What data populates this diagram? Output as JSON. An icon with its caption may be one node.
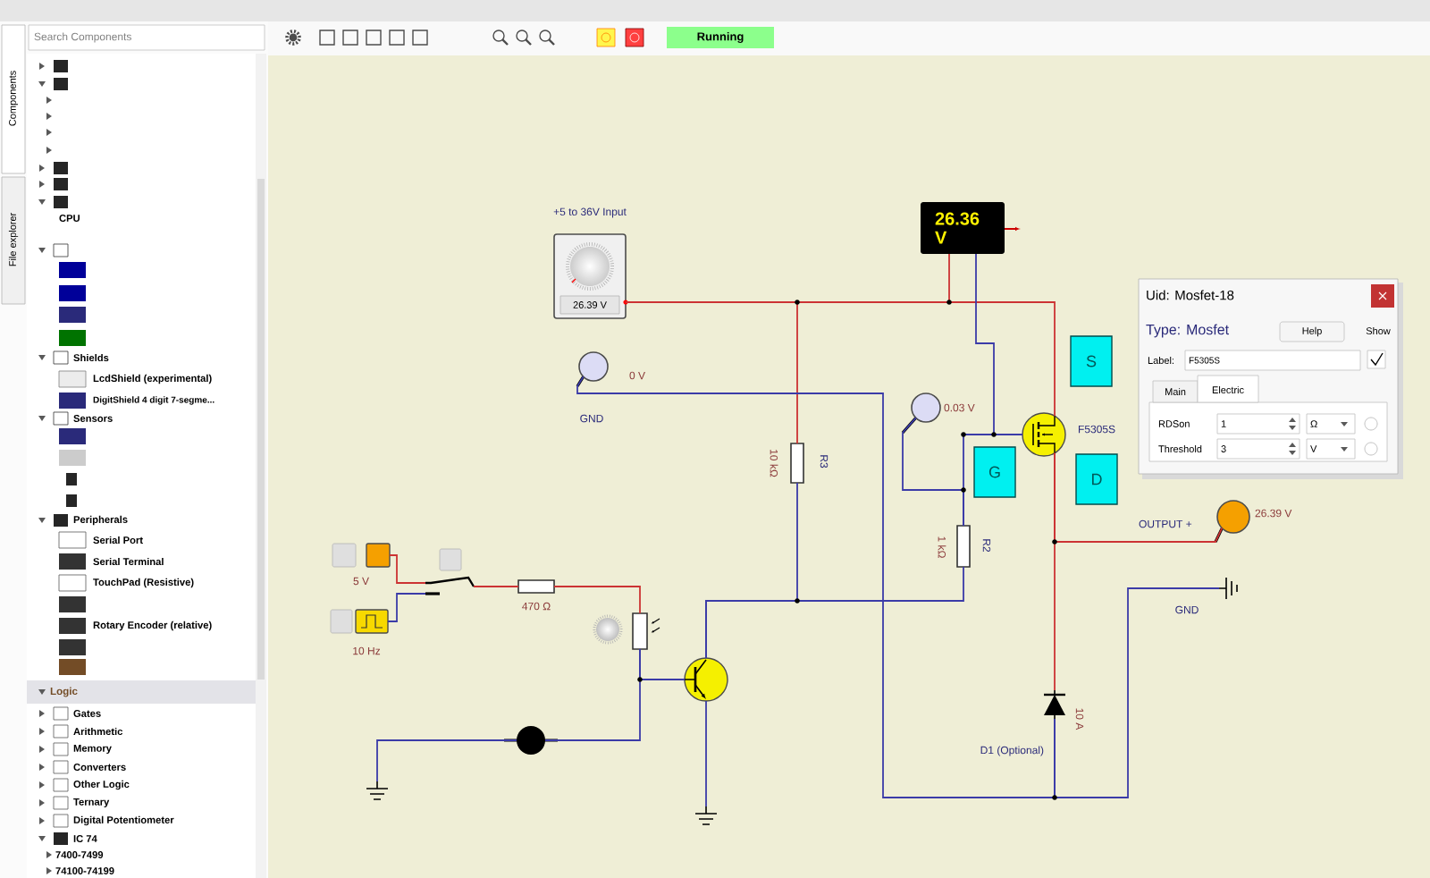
{
  "diagram": {
    "nodes": [
      {
        "text": [
          "+5 to 36V Input",
          "26.39 V"
        ]
      },
      {
        "text": [
          "26.36 V"
        ]
      },
      {
        "text": [],
        "shape": "circle",
        "beside": [
          "0 V",
          "GND"
        ]
      },
      {
        "text": [],
        "shape": "box",
        "beside": [
          "R3",
          "10 kΩ"
        ]
      },
      {
        "text": [],
        "shape": "circle",
        "beside": [
          "0.03 V"
        ]
      },
      {
        "text": [],
        "shape": "box",
        "beside": [
          "R2",
          "1 kΩ"
        ]
      },
      {
        "text": [],
        "shape": "circle",
        "beside": [
          "F5305S"
        ]
      },
      {
        "text": [
          "S"
        ]
      },
      {
        "text": [
          "G"
        ]
      },
      {
        "text": [
          "D"
        ]
      },
      {
        "text": [],
        "shape": "circle",
        "beside": [
          "26.39 V",
          "OUTPUT +"
        ]
      },
      {
        "text": [],
        "shape": "ground",
        "beside": [
          "GND"
        ]
      },
      {
        "text": [],
        "shape": "triangle",
        "beside": [
          "10 A",
          "D1 (Optional)"
        ]
      },
      {
        "text": [],
        "shape": "box",
        "beside": [
          "5 V"
        ]
      },
      {
        "text": [],
        "shape": "box",
        "beside": [
          "10 Hz"
        ]
      },
      {
        "text": [],
        "shape": "switch"
      },
      {
        "text": [],
        "shape": "box",
        "beside": [
          "470 Ω"
        ]
      },
      {
        "text": [],
        "shape": "box"
      },
      {
        "text": [],
        "shape": "circle"
      },
      {
        "text": [],
        "shape": "circle"
      },
      {
        "text": [],
        "shape": "ground"
      },
      {
        "text": [],
        "shape": "ground"
      }
    ],
    "edges": [
      {
        "from": 0,
        "to": 1,
        "arrow": "none",
        "color": "#cc3333"
      },
      {
        "from": 0,
        "to": 3,
        "arrow": "none",
        "color": "#cc3333"
      },
      {
        "from": 0,
        "to": 6,
        "arrow": "none",
        "color": "#cc3333"
      },
      {
        "from": 2,
        "to": 12,
        "arrow": "none"
      },
      {
        "from": 12,
        "to": 11,
        "arrow": "none"
      },
      {
        "from": 1,
        "to": 6,
        "arrow": "none"
      },
      {
        "from": 4,
        "to": 5,
        "arrow": "none"
      },
      {
        "from": 5,
        "to": 6,
        "arrow": "none"
      },
      {
        "from": 5,
        "to": 18,
        "arrow": "none"
      },
      {
        "from": 3,
        "to": 18,
        "arrow": "none"
      },
      {
        "from": 6,
        "to": 10,
        "arrow": "none",
        "color": "#cc3333"
      },
      {
        "from": 6,
        "to": 12,
        "arrow": "none",
        "color": "#cc3333"
      },
      {
        "from": 13,
        "to": 15,
        "arrow": "none",
        "color": "#cc3333"
      },
      {
        "from": 14,
        "to": 15,
        "arrow": "none"
      },
      {
        "from": 15,
        "to": 16,
        "arrow": "none",
        "color": "#cc3333"
      },
      {
        "from": 16,
        "to": 17,
        "arrow": "none",
        "color": "#cc3333"
      },
      {
        "from": 17,
        "to": 18,
        "arrow": "none"
      },
      {
        "from": 19,
        "to": 17,
        "arrow": "none"
      },
      {
        "from": 19,
        "to": 20,
        "arrow": "none"
      },
      {
        "from": 18,
        "to": 21,
        "arrow": "none"
      }
    ],
    "labels": [
      "Components",
      "File explorer",
      "Search Components",
      "CPU",
      "Shields",
      "LcdShield (experimental)",
      "DigitShield 4 digit 7-segme...",
      "Sensors",
      "Peripherals",
      "Serial Port",
      "Serial Terminal",
      "TouchPad (Resistive)",
      "Rotary Encoder (relative)",
      "Logic",
      "Gates",
      "Arithmetic",
      "Memory",
      "Converters",
      "Other Logic",
      "Ternary",
      "Digital Potentiometer",
      "IC 74",
      "7400-7499",
      "74100-74199",
      "Running",
      "Uid: Mosfet-18",
      "Type: Mosfet",
      "Help",
      "Show",
      "Label:",
      "F5305S",
      "Main",
      "Electric",
      "RDSon",
      "1",
      "Ω",
      "Threshold",
      "3",
      "V"
    ]
  }
}
